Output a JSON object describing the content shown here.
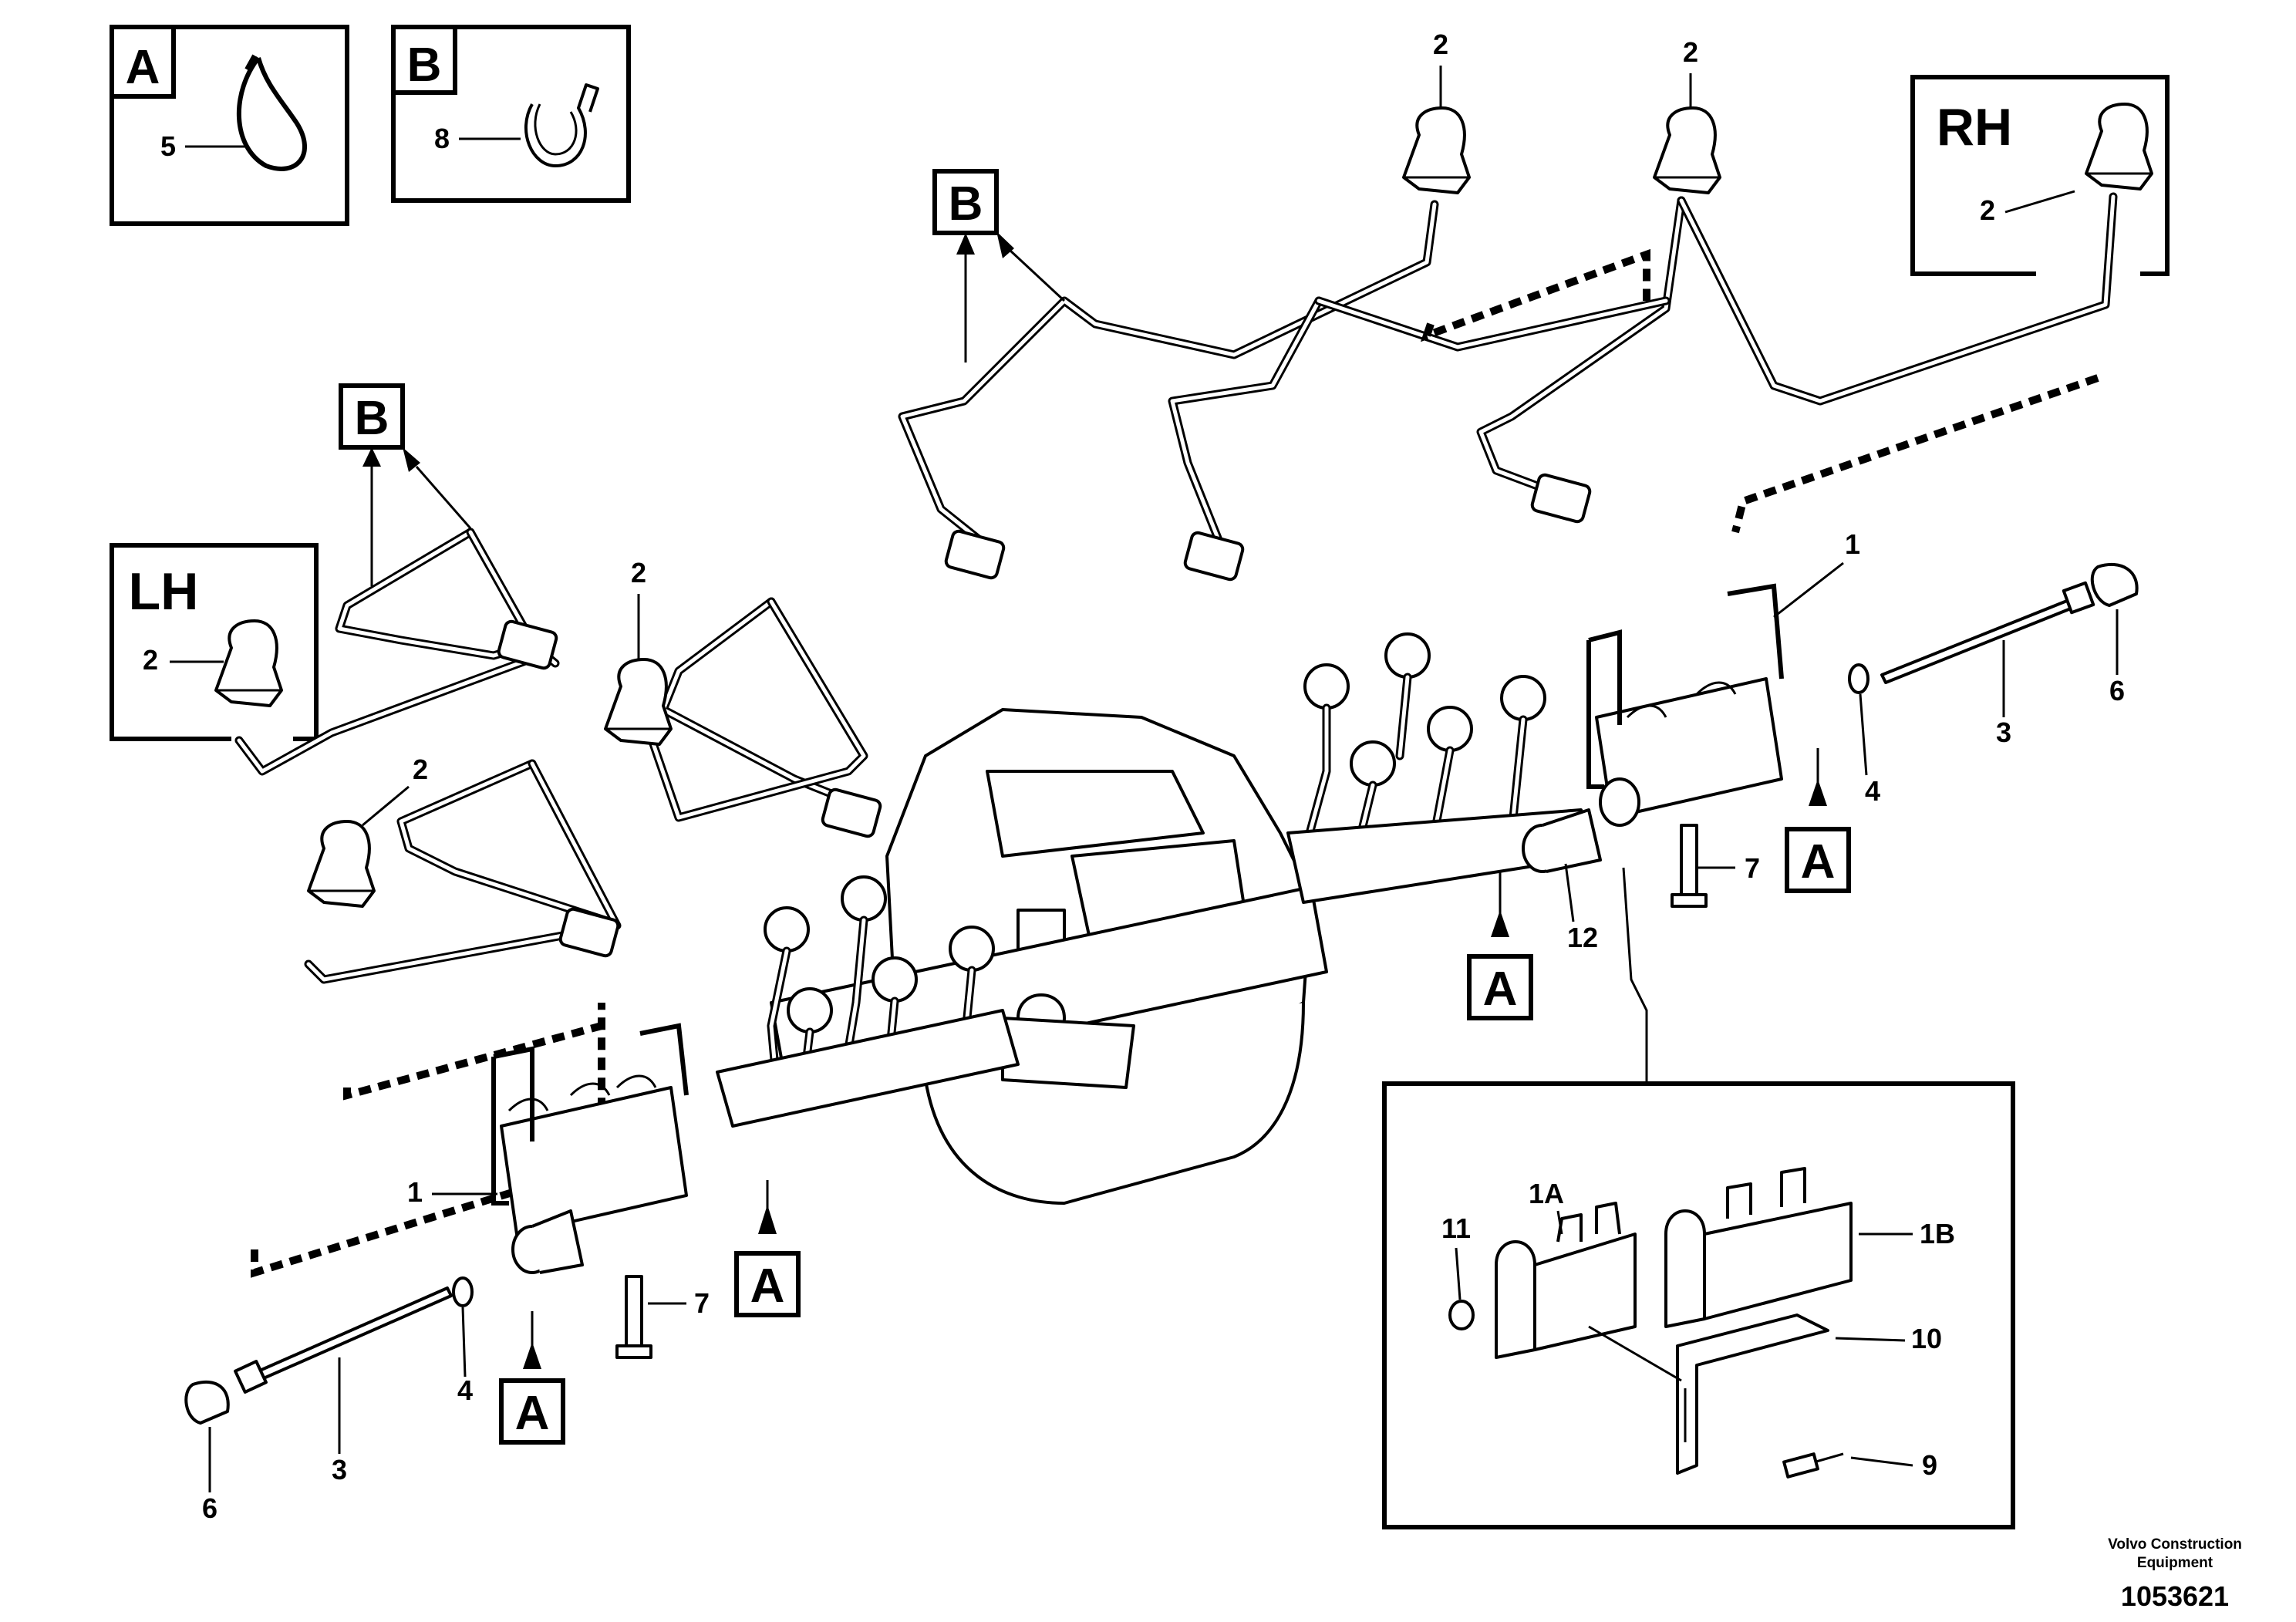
{
  "detail_views": {
    "a": {
      "letter": "A",
      "part": "5"
    },
    "b": {
      "letter": "B",
      "part": "8"
    },
    "inset": {
      "parts": [
        "1A",
        "1B",
        "11",
        "10",
        "9"
      ]
    }
  },
  "side_tags": {
    "rh": "RH",
    "lh": "LH"
  },
  "callouts": {
    "p1": "1",
    "p2": "2",
    "p3": "3",
    "p4": "4",
    "p6": "6",
    "p7": "7",
    "p12": "12"
  },
  "view_markers": {
    "a": "A",
    "b": "B"
  },
  "footer": {
    "company_line1": "Volvo Construction",
    "company_line2": "Equipment",
    "drawing_number": "1053621"
  }
}
